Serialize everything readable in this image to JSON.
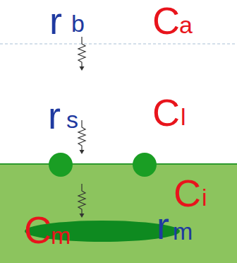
{
  "diagram": {
    "labels": [
      "r",
      "b",
      "C",
      "a",
      "C",
      "l",
      "r",
      "s",
      "C",
      "i",
      "C",
      "m",
      "r",
      "m"
    ]
  }
}
